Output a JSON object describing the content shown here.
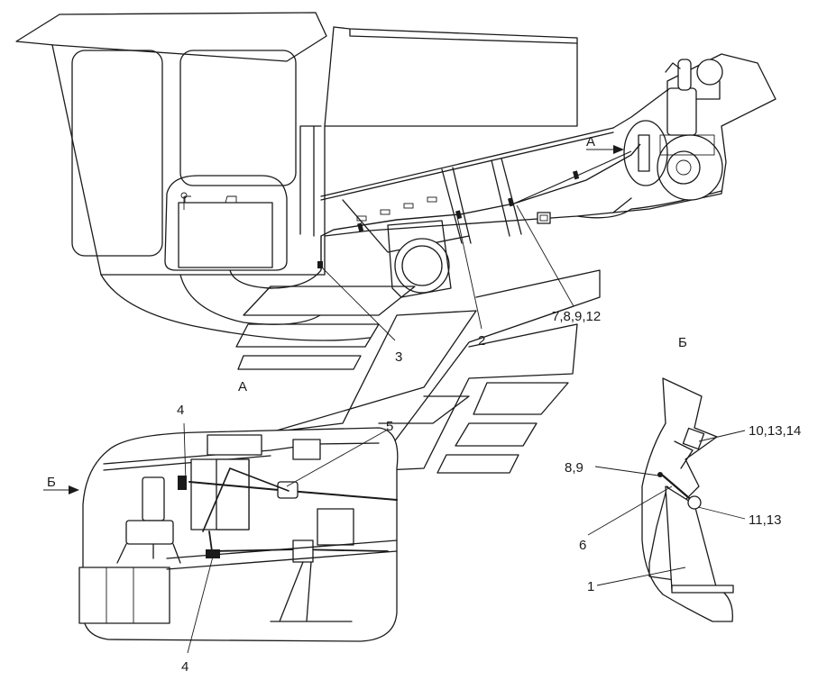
{
  "diagram": {
    "view_labels": {
      "view_a_arrow": "А",
      "view_a_title": "А",
      "view_b_arrow": "Б",
      "view_b_title": "Б"
    },
    "callouts": [
      {
        "id": "c-7-8-9-12",
        "text": "7,8,9,12"
      },
      {
        "id": "c-2",
        "text": "2"
      },
      {
        "id": "c-3",
        "text": "3"
      },
      {
        "id": "c-4-top",
        "text": "4"
      },
      {
        "id": "c-4-bottom",
        "text": "4"
      },
      {
        "id": "c-5",
        "text": "5"
      },
      {
        "id": "c-10-13-14",
        "text": "10,13,14"
      },
      {
        "id": "c-8-9",
        "text": "8,9"
      },
      {
        "id": "c-11-13",
        "text": "11,13"
      },
      {
        "id": "c-6",
        "text": "6"
      },
      {
        "id": "c-1",
        "text": "1"
      }
    ]
  }
}
